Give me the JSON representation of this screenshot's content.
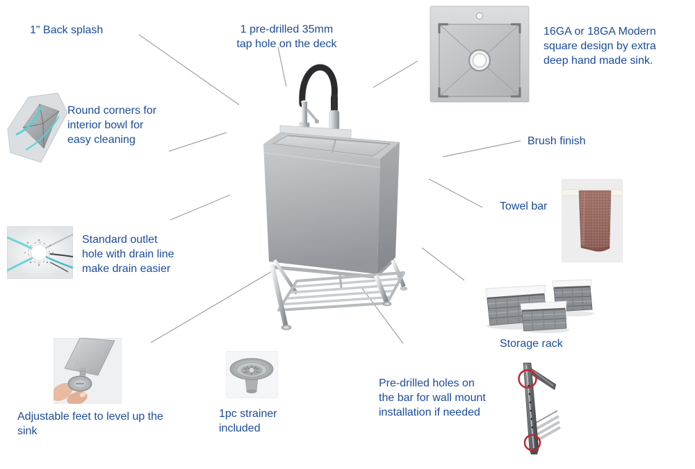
{
  "page": {
    "description": "Stainless steel utility sink feature callout diagram",
    "background": "#ffffff"
  },
  "colors": {
    "label_text": "#1a4b9b",
    "callout_line": "#9aa1a6",
    "highlight_cyan": "#54d2d4",
    "annotation_red": "#c1272d",
    "steel_light": "#d8dbdd",
    "steel_dark": "#8f9396",
    "towel": "#9a6b60"
  },
  "callouts": {
    "back_splash": "1\" Back splash",
    "tap_hole": "1 pre-drilled 35mm\ntap hole on the deck",
    "gauge_design": "16GA or 18GA Modern\nsquare design by extra\ndeep hand made sink.",
    "round_corners": "Round corners for\ninterior bowl for\neasy cleaning",
    "brush_finish": "Brush finish",
    "towel_bar": "Towel bar",
    "outlet_drain": "Standard outlet\nhole with drain line\nmake drain easier",
    "storage_rack": "Storage rack",
    "adjustable_feet": "Adjustable feet to level up the\nsink",
    "strainer": "1pc strainer\nincluded",
    "wall_mount": "Pre-drilled holes on\nthe bar for wall mount\ninstallation if needed"
  },
  "images": {
    "main_sink": "freestanding-utility-sink-with-faucet-and-rack",
    "top_view": "sink-top-view-with-tap-hole",
    "corner_detail": "rounded-corner-bowl-detail",
    "drain_detail": "outlet-hole-splash-detail",
    "feet_detail": "hand-adjusting-leveling-foot",
    "strainer_detail": "drain-strainer",
    "towel_detail": "towel-hanging-on-bar",
    "baskets_detail": "wicker-storage-baskets",
    "wall_bar_detail": "wall-mount-bar-with-predrilled-holes"
  }
}
